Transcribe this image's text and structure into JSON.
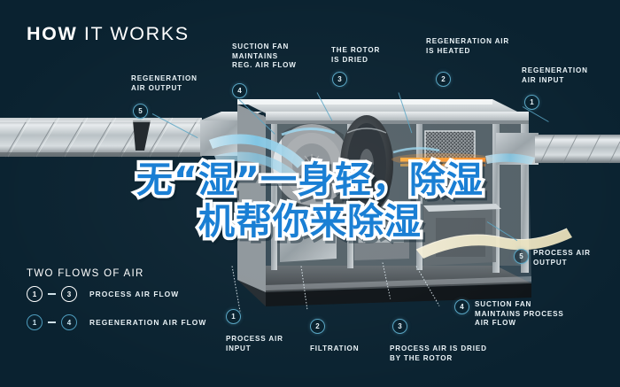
{
  "meta": {
    "background_color": "#0a2230",
    "accent_color": "#5aa6c4",
    "headline_fill_color": "#1a7fd4",
    "headline_outline_color": "#ffffff",
    "label_color": "#e9f2f6"
  },
  "header": {
    "title_bold": "HOW",
    "title_rest": "IT WORKS"
  },
  "headline": {
    "line1": "无“湿”一身轻，除湿",
    "line2": "机帮你来除湿"
  },
  "callouts": [
    {
      "id": "regeneration-air-output",
      "number": "5",
      "text": "REGENERATION\nAIR OUTPUT"
    },
    {
      "id": "suction-fan-reg",
      "number": "4",
      "text": "SUCTION FAN\nMAINTAINS\nREG. AIR FLOW"
    },
    {
      "id": "rotor-is-dried",
      "number": "3",
      "text": "THE ROTOR\nIS DRIED"
    },
    {
      "id": "regeneration-air-heated",
      "number": "2",
      "text": "REGENERATION AIR\nIS HEATED"
    },
    {
      "id": "regeneration-air-input",
      "number": "1",
      "text": "REGENERATION\nAIR INPUT"
    },
    {
      "id": "process-air-output",
      "number": "5",
      "text": "PROCESS AIR\nOUTPUT"
    },
    {
      "id": "suction-fan-process",
      "number": "4",
      "text": "SUCTION FAN\nMAINTAINS PROCESS\nAIR FLOW"
    },
    {
      "id": "process-air-dried",
      "number": "3",
      "text": "PROCESS AIR IS DRIED\nBY THE ROTOR"
    },
    {
      "id": "filtration",
      "number": "2",
      "text": "FILTRATION"
    },
    {
      "id": "process-air-input",
      "number": "1",
      "text": "PROCESS AIR\nINPUT"
    }
  ],
  "legend": {
    "title": "TWO FLOWS OF AIR",
    "rows": [
      {
        "from": "1",
        "dash": "–",
        "to": "3",
        "label": "PROCESS AIR FLOW",
        "style": "white"
      },
      {
        "from": "1",
        "dash": "–",
        "to": "4",
        "label": "REGENERATION AIR FLOW",
        "style": "teal"
      }
    ]
  }
}
